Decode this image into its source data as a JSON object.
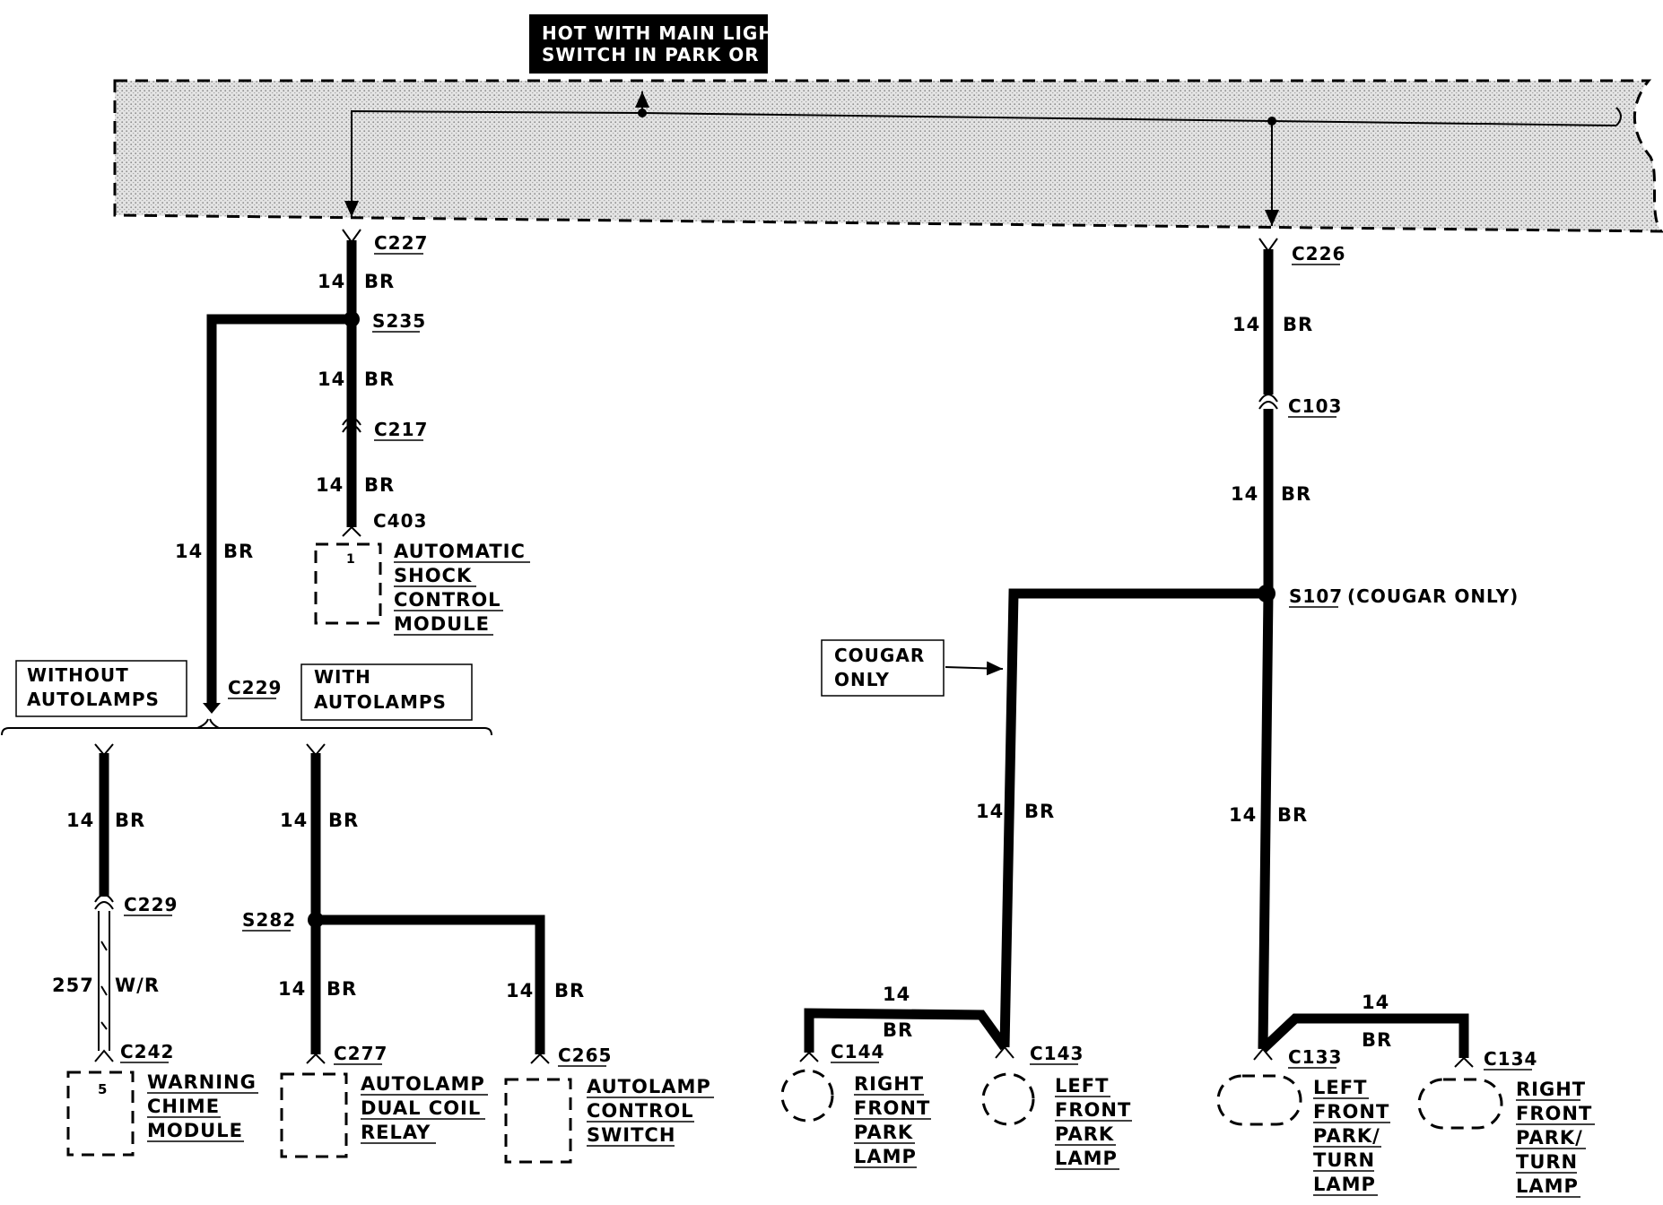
{
  "header": {
    "hot_line1": "HOT WITH MAIN LIGHT",
    "hot_line2": "SWITCH IN PARK OR HEAD"
  },
  "connectors": {
    "c227": "C227",
    "s235": "S235",
    "c217": "C217",
    "c403": "C403",
    "c229_top": "C229",
    "c229_low": "C229",
    "c242": "C242",
    "s282": "S282",
    "c277": "C277",
    "c265": "C265",
    "c226": "C226",
    "c103": "C103",
    "s107": "S107",
    "c144": "C144",
    "c143": "C143",
    "c133": "C133",
    "c134": "C134"
  },
  "s107_note": "(COUGAR ONLY)",
  "wires": {
    "gauge": "14",
    "color": "BR",
    "chime_gauge": "257",
    "chime_color": "W/R"
  },
  "pins": {
    "shock": "1",
    "chime": "5"
  },
  "boxes": {
    "without_line1": "WITHOUT",
    "without_line2": "AUTOLAMPS",
    "with_line1": "WITH",
    "with_line2": "AUTOLAMPS",
    "cougar_line1": "COUGAR",
    "cougar_line2": "ONLY"
  },
  "components": {
    "shock": [
      "AUTOMATIC",
      "SHOCK",
      "CONTROL",
      "MODULE"
    ],
    "chime": [
      "WARNING",
      "CHIME",
      "MODULE"
    ],
    "relay": [
      "AUTOLAMP",
      "DUAL COIL",
      "RELAY"
    ],
    "switch": [
      "AUTOLAMP",
      "CONTROL",
      "SWITCH"
    ],
    "rf_park": [
      "RIGHT",
      "FRONT",
      "PARK",
      "LAMP"
    ],
    "lf_park": [
      "LEFT",
      "FRONT",
      "PARK",
      "LAMP"
    ],
    "lf_turn": [
      "LEFT",
      "FRONT",
      "PARK/",
      "TURN",
      "LAMP"
    ],
    "rf_turn": [
      "RIGHT",
      "FRONT",
      "PARK/",
      "TURN",
      "LAMP"
    ]
  }
}
